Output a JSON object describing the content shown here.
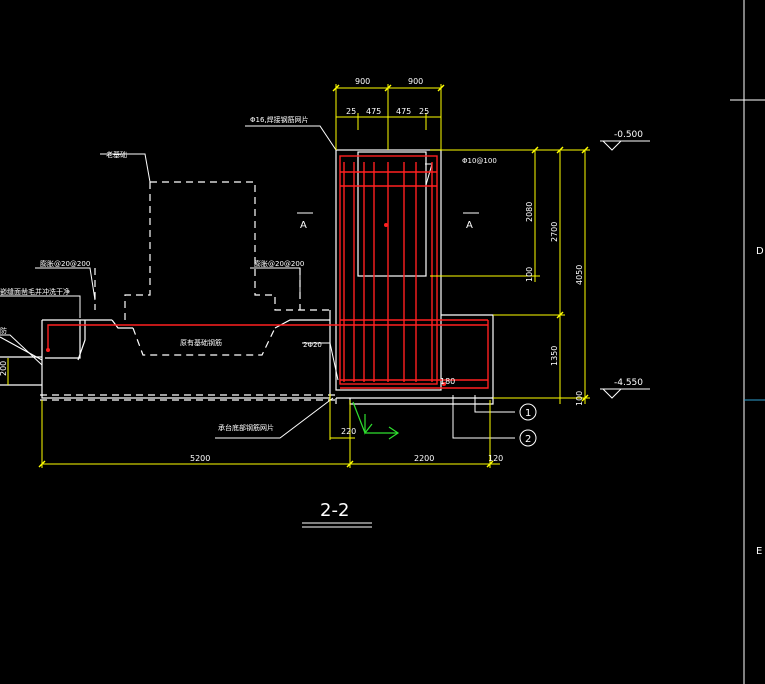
{
  "drawing": {
    "section_title": "2-2",
    "colors": {
      "background": "#000000",
      "outline": "#ffffff",
      "rebar": "#ff2020",
      "dimension": "#ffff00"
    },
    "dims_top": [
      "900",
      "900"
    ],
    "dims_top_sub": [
      "25",
      "475",
      "475",
      "25"
    ],
    "dims_bottom": [
      "5200",
      "2200",
      "120"
    ],
    "dims_right": [
      "2080",
      "2700",
      "4050",
      "1350",
      "100",
      "100"
    ],
    "dim_left_small": "200",
    "dim_220": "220",
    "dim_180": "180",
    "elevations": [
      "-0.500",
      "-4.550"
    ],
    "section_marks": [
      "A",
      "A"
    ],
    "callouts": [
      "1",
      "2"
    ],
    "grid_letters": [
      "D",
      "E"
    ],
    "labels": {
      "mesh": "Φ16,焊接钢筋网片",
      "rebar_top": "Φ10@100",
      "old_foundation": "老基础",
      "rod_left": "膨胀@20@200",
      "rod_right": "膨胀@20@200",
      "concrete": "嵌缝面凿毛并冲洗干净",
      "left_edge": "防",
      "rebar_2": "2Φ20",
      "beam": "原有基础钢筋",
      "cap_rebar": "承台底部钢筋网片"
    }
  }
}
